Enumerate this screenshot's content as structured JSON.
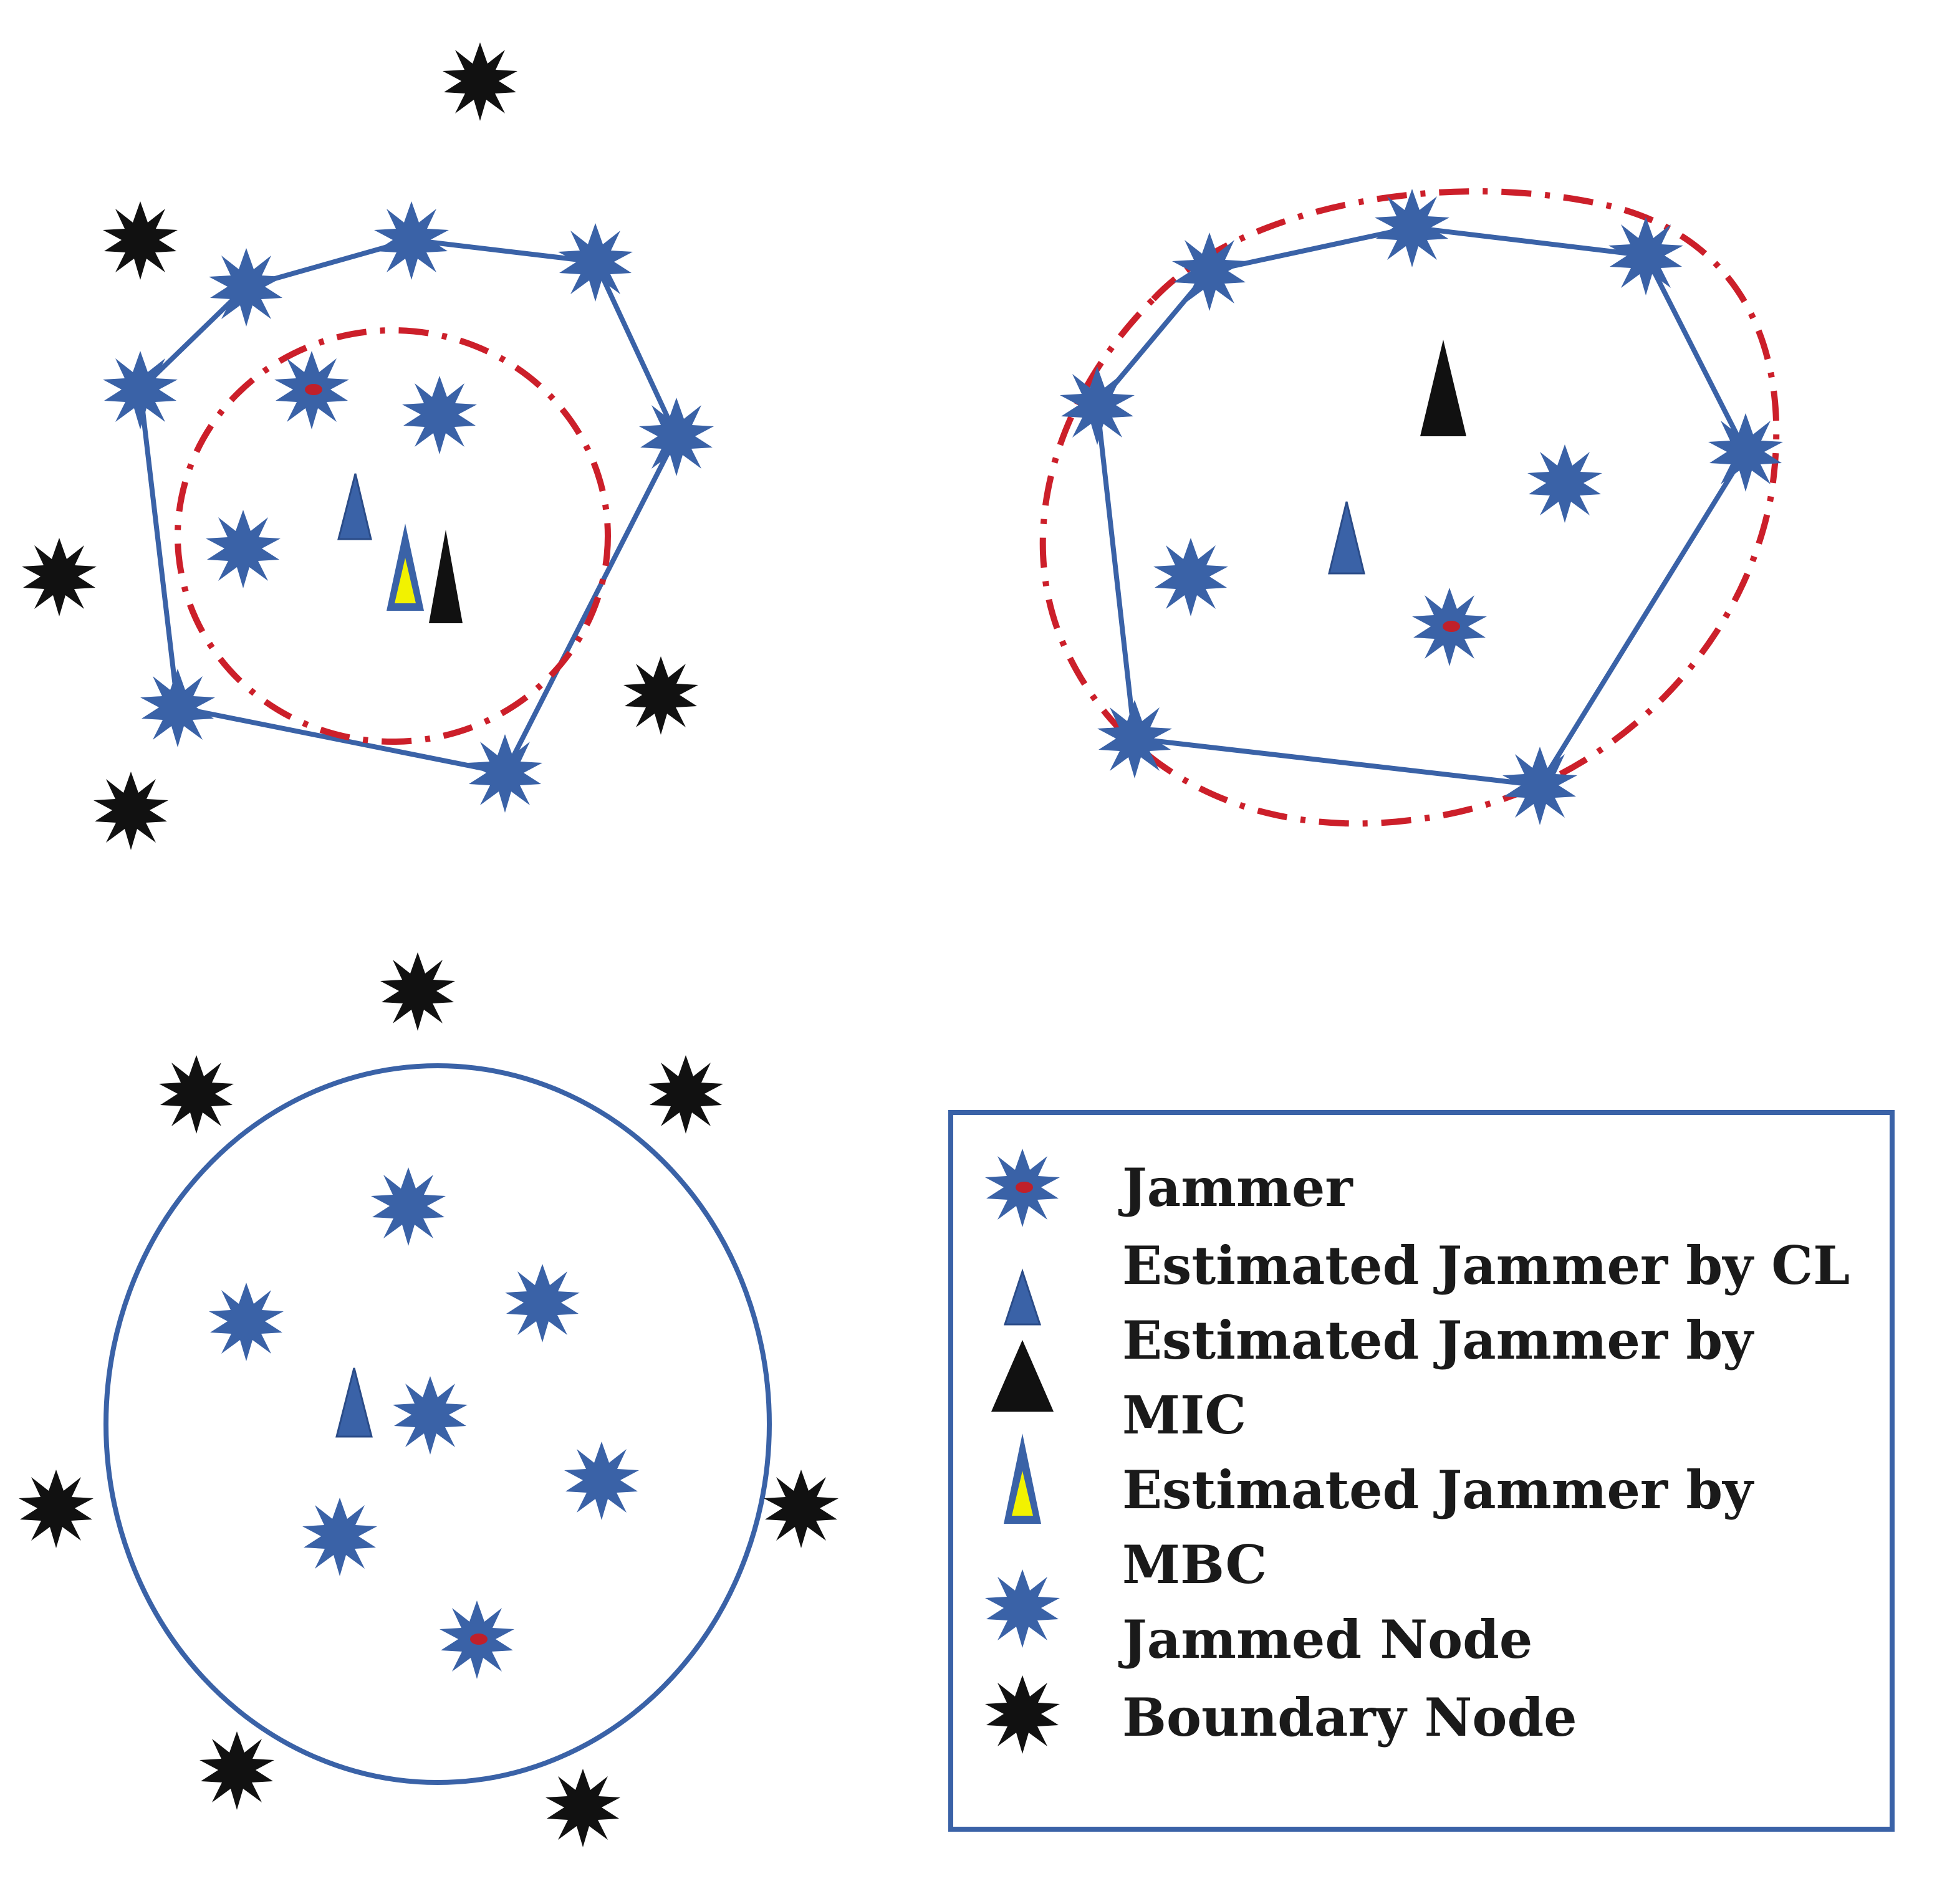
{
  "colors": {
    "jammed_node": "#3a62a7",
    "jammed_node_dark": "#2b4c88",
    "boundary_node": "#111111",
    "jammer_core": "#c0202a",
    "estimate_cl": "#3a62a7",
    "estimate_mic": "#111111",
    "estimate_mbc_fill": "#f2f200",
    "estimate_mbc_border": "#3a62a7",
    "polygon_line": "#3a62a7",
    "estimate_circle": "#cc1f2a"
  },
  "icons": {
    "jammer": "jammer-star-icon",
    "estimated_cl": "blue-triangle-icon",
    "estimated_mic": "black-triangle-icon",
    "estimated_mbc": "yellow-blue-triangle-icon",
    "jammed_node": "blue-star-icon",
    "boundary_node": "black-star-icon"
  },
  "legend": {
    "items": [
      {
        "kind": "jammer",
        "lines": [
          "Jammer"
        ]
      },
      {
        "kind": "estimated_cl",
        "lines": [
          "Estimated Jammer by CL"
        ]
      },
      {
        "kind": "estimated_mic",
        "lines": [
          "Estimated Jammer by",
          "MIC"
        ]
      },
      {
        "kind": "estimated_mbc",
        "lines": [
          "Estimated Jammer by",
          "MBC"
        ]
      },
      {
        "kind": "jammed_node",
        "lines": [
          "Jammed Node"
        ]
      },
      {
        "kind": "boundary_node",
        "lines": [
          "Boundary Node"
        ]
      }
    ]
  }
}
